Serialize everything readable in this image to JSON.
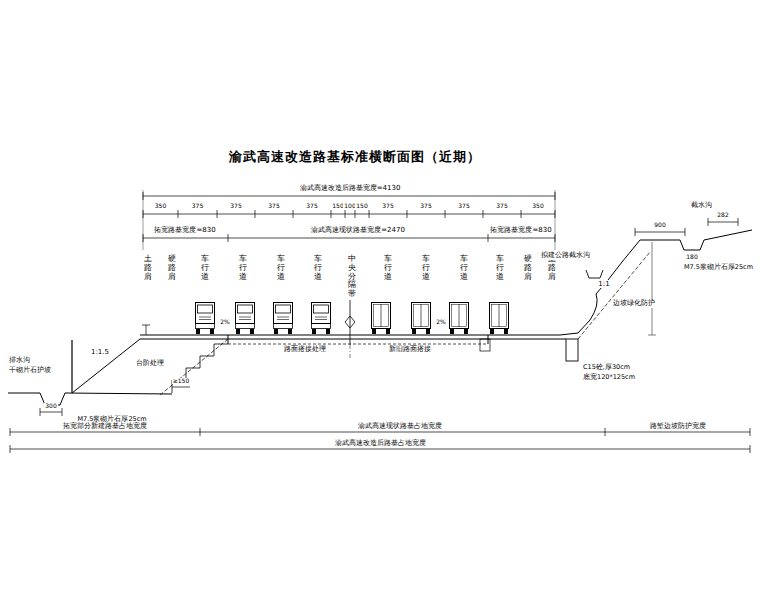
{
  "diagram": {
    "title": "渝武高速改造路基标准横断面图（近期）",
    "labels": [
      "渝武高速改造后路基宽度=4130",
      "350",
      "375",
      "375",
      "375",
      "375",
      "150",
      "100",
      "150",
      "375",
      "375",
      "375",
      "375",
      "350",
      "拓宽路基宽度=830",
      "渝武高速现状路基宽度=2470",
      "拓宽路基宽度=830",
      "土路肩",
      "硬路肩",
      "车行道",
      "车行道",
      "车行道",
      "车行道",
      "中央分隔带",
      "车行道",
      "车行道",
      "车行道",
      "车行道",
      "硬路肩",
      "土路肩",
      "2%",
      "2%",
      "1:1.5",
      "排水沟",
      "干砌片石护坡",
      "300",
      "M7.5浆砌片石厚25cm",
      "≥150",
      "台阶处理",
      "路面搭接处理",
      "新旧路面搭接",
      "C15砼,厚30cm",
      "底宽120*125cm",
      "1:1",
      "边坡绿化防护",
      "拟建公路截水沟",
      "900",
      "180",
      "282",
      "截水沟",
      "M7.5浆砌片石厚25cm",
      "拓宽部分新建路基占地宽度",
      "渝武高速现状路基占地宽度",
      "路堑边坡防护宽度",
      "渝武高速改造后路基占地宽度"
    ]
  }
}
